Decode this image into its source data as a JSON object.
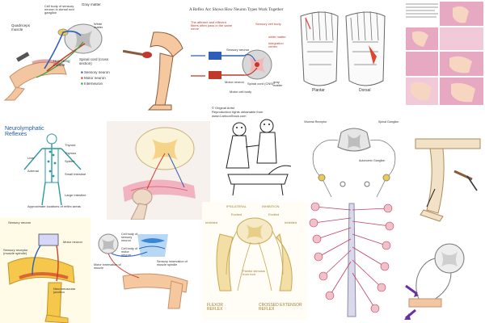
{
  "tiles": {
    "reflex_leg": {
      "labels": {
        "gray_matter": "Gray matter",
        "cell_body": "Cell body of sensory neuron in dorsal root ganglion",
        "quadriceps": "Quadriceps muscle",
        "white_matter": "White matter",
        "hamstring": "Hamstring muscle",
        "spinal_cord": "Spinal cord (cross section)",
        "legend_sensory": "Sensory neuron",
        "legend_motor": "Motor neuron",
        "legend_inter": "Interneuron"
      }
    },
    "reflex_arc": {
      "title": "A Reflex Arc Shows How Neuron Types Work Together",
      "labels": {
        "afferent": "The afferent and efferent fibers often pass in the same nerve",
        "sensory_cell": "Sensory cell body",
        "white": "white matter",
        "integration": "integration center",
        "sensory_neuron": "Sensory neuron",
        "motor_neuron": "Motor neuron",
        "spinal_cord": "Spinal cord (CNS)",
        "gray": "gray matter",
        "motor_cell": "Motor cell body"
      }
    },
    "feet": {
      "labels": {
        "plantar": "Plantar",
        "dorsal": "Dorsal"
      }
    },
    "cartoon": {
      "labels": {
        "copyright": "© Original Artist",
        "reproduction": "Reproduction rights obtainable from",
        "site": "www.CartoonStock.com"
      }
    },
    "neurolymphatic": {
      "title": "Neurolymphatic Reflexes",
      "labels": {
        "thyroid": "Thyroid",
        "thymus": "Thymus",
        "liver": "Liver",
        "spleen": "Spleen",
        "adrenal": "Adrenal",
        "small_int": "Small Intestine",
        "large_int": "Large Intestine",
        "caption": "Approximate locations of reflex areas"
      }
    },
    "autonomic": {
      "labels": {
        "g1": "Visceral Receptor",
        "g2": "Spinal Ganglion",
        "g3": "Autonomic Ganglion"
      }
    },
    "knee_colored": {
      "labels": {
        "sensory_neuron": "Sensory neuron",
        "sensory_receptor": "Sensory receptor (muscle spindle)",
        "motor_neuron": "Motor neuron",
        "junction": "Neuromuscular junction"
      }
    },
    "knee_spindle": {
      "labels": {
        "cell_body_a": "Cell body of sensory neuron",
        "cell_body_b": "Cell body of motor neuron",
        "sensory_innervation": "Sensory innervation of muscle spindle",
        "motor_innervation": "Motor innervation of muscle"
      }
    },
    "crossed": {
      "labels": {
        "ipsilateral": "IPSILATERAL",
        "inhibition": "INHIBITION",
        "excited_l": "Excited",
        "excited_r": "Excited",
        "inhibited_l": "Inhibited",
        "inhibited_r": "Inhibited",
        "stimulus": "Painful stimulus from foot",
        "flexor": "FLEXOR REFLEX",
        "crossed": "CROSSED EXTENSOR REFLEX"
      }
    }
  },
  "colors": {
    "skin": "#f6c8a0",
    "nerve_red": "#d23a2a",
    "nerve_blue": "#2e5fb8",
    "pink_panel": "#e7a9c2",
    "cord_gray": "#c9c9c9",
    "gold_muscle": "#d9b36b",
    "teal": "#2a9aa0"
  }
}
